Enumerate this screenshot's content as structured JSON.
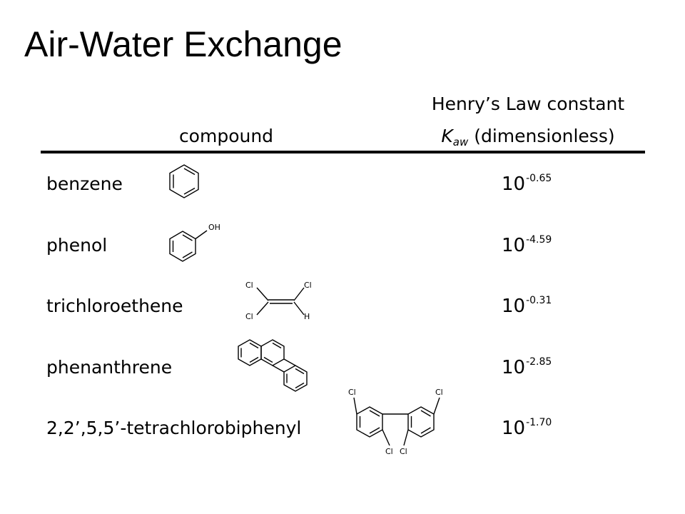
{
  "title": "Air-Water Exchange",
  "headers": {
    "compound": "compound",
    "henry_line1": "Henry’s Law constant",
    "henry_K": "K",
    "henry_sub": "aw",
    "henry_unit": " (dimensionless)"
  },
  "rows": [
    {
      "name": "benzene",
      "base": "10",
      "exponent": "-0.65",
      "structure": "benzene-structure"
    },
    {
      "name": "phenol",
      "base": "10",
      "exponent": "-4.59",
      "structure": "phenol-structure",
      "labels": [
        "OH"
      ]
    },
    {
      "name": "trichloroethene",
      "base": "10",
      "exponent": "-0.31",
      "structure": "trichloroethene-structure",
      "labels": [
        "Cl",
        "Cl",
        "Cl",
        "H"
      ]
    },
    {
      "name": "phenanthrene",
      "base": "10",
      "exponent": "-2.85",
      "structure": "phenanthrene-structure"
    },
    {
      "name": "2,2’,5,5’-tetrachlorobiphenyl",
      "base": "10",
      "exponent": "-1.70",
      "structure": "tetrachlorobiphenyl-structure",
      "labels": [
        "Cl",
        "Cl",
        "Cl",
        "Cl"
      ]
    }
  ]
}
